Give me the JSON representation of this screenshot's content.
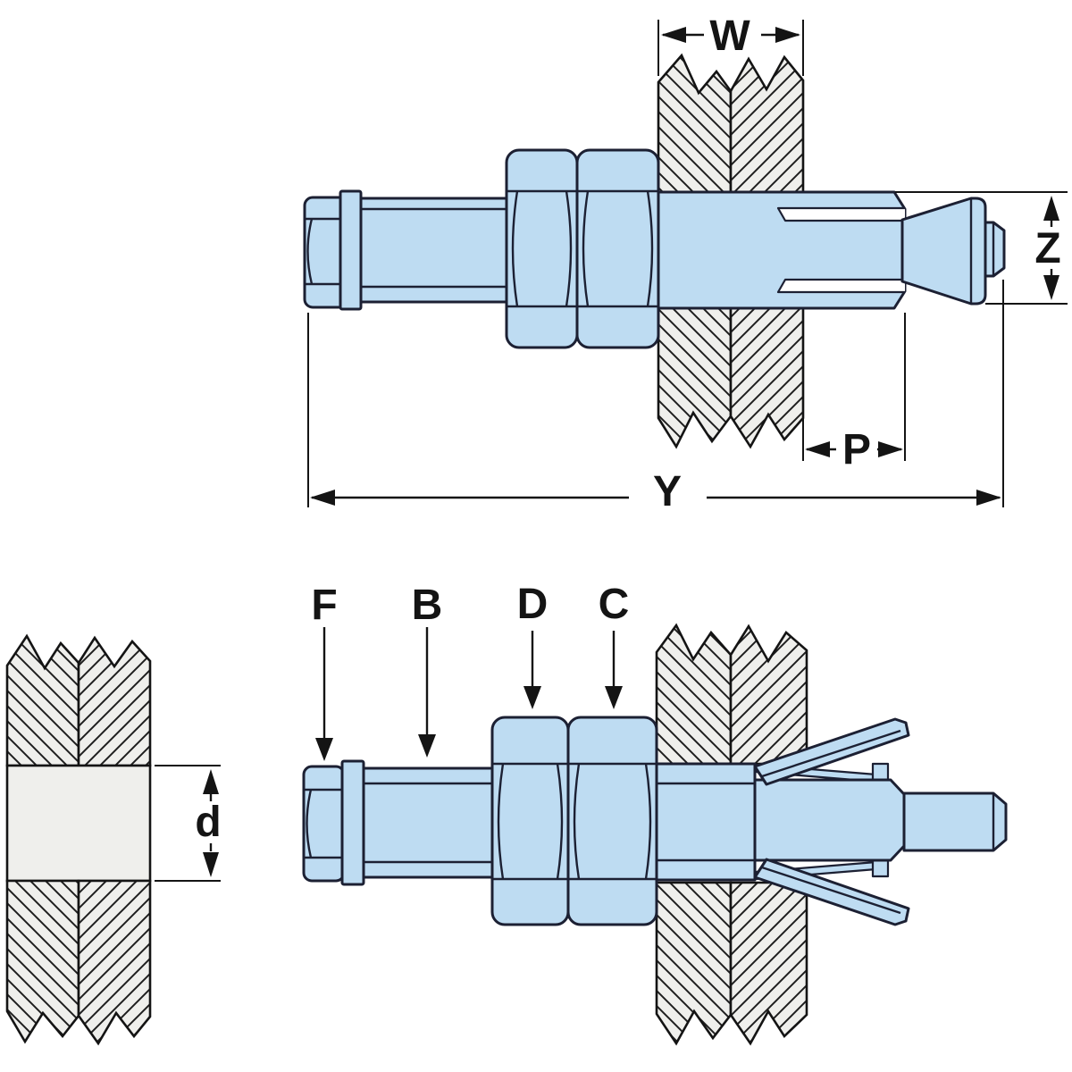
{
  "colors": {
    "part_fill": "#bedcf2",
    "part_outline": "#1c2033",
    "wall_fill": "#efefec",
    "hatch_line": "#1f1f1f",
    "line": "#141414",
    "background": "#ffffff"
  },
  "installed_view": {
    "dims": {
      "w": "W",
      "z": "Z",
      "p": "P",
      "y": "Y"
    }
  },
  "expanded_view": {
    "callouts": {
      "f": "F",
      "b": "B",
      "d": "D",
      "c": "C"
    },
    "dims": {
      "hole_d": "d"
    }
  }
}
